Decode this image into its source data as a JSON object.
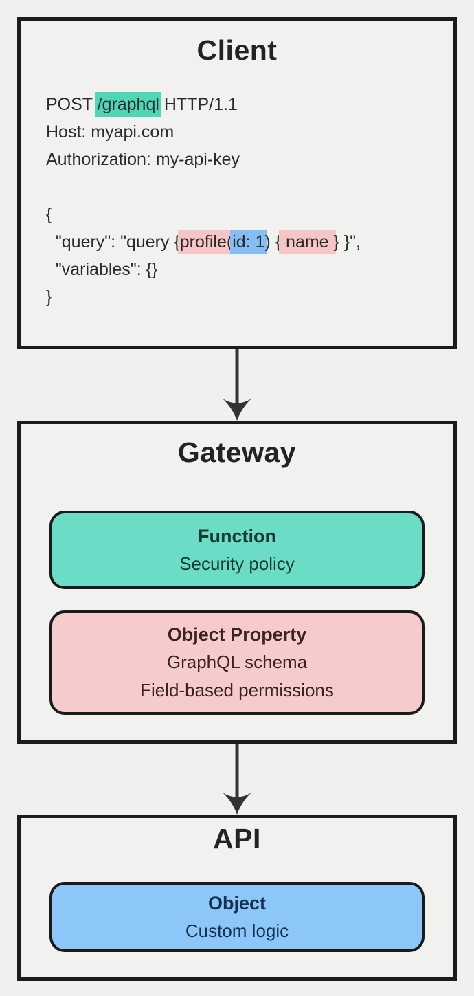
{
  "colors": {
    "bg": "#f0f0ef",
    "panel_fill": "#f1f1f0",
    "border": "#1c1c1c",
    "card_border": "#1a1a1a",
    "arrow": "#333333",
    "title_text": "#232323",
    "body_text": "#2b2b2b",
    "teal_highlight": "#4ed6b6",
    "pink_highlight": "#f6c5c5",
    "blue_highlight": "#84bef3",
    "teal_card": "#6bdcc6",
    "pink_card": "#f6cbcb",
    "blue_card": "#8dc6f9",
    "teal_text": "#173a31",
    "pink_text": "#3b2323",
    "blue_text": "#16304f"
  },
  "client": {
    "title": "Client",
    "request_lines": [
      {
        "segments": [
          {
            "text": "POST "
          },
          {
            "text": "/graphql",
            "highlight": "teal"
          },
          {
            "text": " HTTP/1.1"
          }
        ]
      },
      {
        "segments": [
          {
            "text": "Host: myapi.com"
          }
        ]
      },
      {
        "segments": [
          {
            "text": "Authorization: my-api-key"
          }
        ]
      },
      {
        "segments": [
          {
            "text": ""
          }
        ]
      },
      {
        "segments": [
          {
            "text": "{"
          }
        ]
      },
      {
        "segments": [
          {
            "text": "  \"query\": \"query {"
          },
          {
            "text": "profile(",
            "highlight": "pink"
          },
          {
            "text": "id: 1",
            "highlight": "blue"
          },
          {
            "text": ") {"
          },
          {
            "text": " name ",
            "highlight": "pink"
          },
          {
            "text": "} }\","
          }
        ]
      },
      {
        "segments": [
          {
            "text": "  \"variables\": {}"
          }
        ]
      },
      {
        "segments": [
          {
            "text": "}"
          }
        ]
      }
    ]
  },
  "gateway": {
    "title": "Gateway",
    "cards": [
      {
        "variant": "teal",
        "title": "Function",
        "lines": [
          "Security policy"
        ]
      },
      {
        "variant": "pink",
        "title": "Object Property",
        "lines": [
          "GraphQL schema",
          "Field-based permissions"
        ]
      }
    ]
  },
  "api": {
    "title": "API",
    "cards": [
      {
        "variant": "blue",
        "title": "Object",
        "lines": [
          "Custom logic"
        ]
      }
    ]
  }
}
